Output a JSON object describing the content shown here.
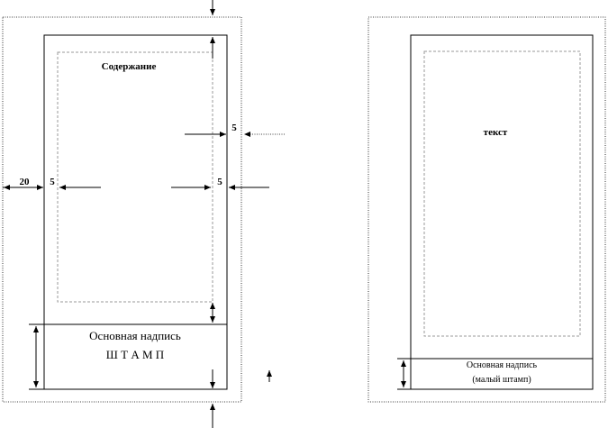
{
  "left_sheet": {
    "title": "Содержание",
    "dims": {
      "left_margin": "20",
      "inner_left": "5",
      "inner_right": "5",
      "inner_top_right": "5"
    },
    "stamp_line1": "Основная надпись",
    "stamp_line2": "Ш Т А М П"
  },
  "right_sheet": {
    "body_text": "текст",
    "stamp_line1": "Основная надпись",
    "stamp_line2": "(малый штамп)"
  },
  "colors": {
    "line": "#000000",
    "dashed": "#9a9a9a"
  }
}
